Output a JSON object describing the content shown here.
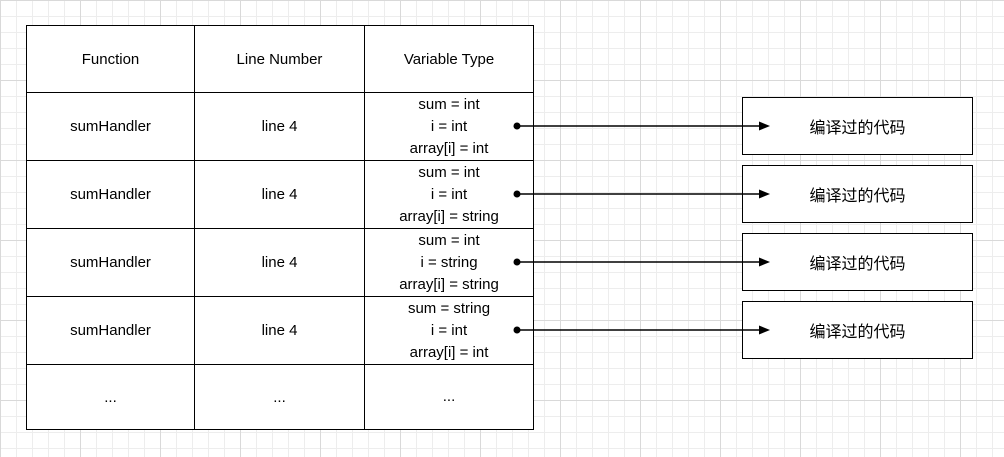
{
  "diagram": {
    "table": {
      "headers": [
        "Function",
        "Line Number",
        "Variable Type"
      ],
      "rows": [
        {
          "function": "sumHandler",
          "line_number": "line 4",
          "variable_types": [
            "sum = int",
            "i = int",
            "array[i] = int"
          ]
        },
        {
          "function": "sumHandler",
          "line_number": "line 4",
          "variable_types": [
            "sum = int",
            "i = int",
            "array[i] = string"
          ]
        },
        {
          "function": "sumHandler",
          "line_number": "line 4",
          "variable_types": [
            "sum = int",
            "i = string",
            "array[i] = string"
          ]
        },
        {
          "function": "sumHandler",
          "line_number": "line 4",
          "variable_types": [
            "sum = string",
            "i = int",
            "array[i] = int"
          ]
        },
        {
          "function": "...",
          "line_number": "...",
          "variable_types": [
            "..."
          ]
        }
      ]
    },
    "compiled_code_boxes": [
      {
        "label": "编译过的代码"
      },
      {
        "label": "编译过的代码"
      },
      {
        "label": "编译过的代码"
      },
      {
        "label": "编译过的代码"
      }
    ],
    "colors": {
      "background": "#ffffff",
      "grid_minor": "#ededed",
      "grid_major": "#d9d9d9",
      "line": "#000000",
      "text": "#000000"
    }
  }
}
